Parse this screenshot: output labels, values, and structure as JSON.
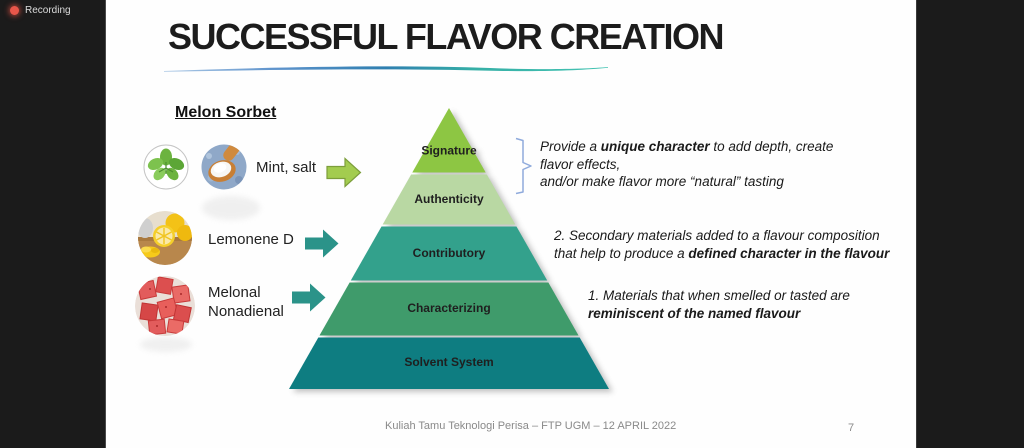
{
  "recording": {
    "label": "Recording"
  },
  "slide": {
    "title": "SUCCESSFUL FLAVOR CREATION",
    "section_heading": "Melon Sorbet",
    "ingredients": [
      {
        "label": "Mint, salt"
      },
      {
        "label": "Lemonene D"
      },
      {
        "label": "Melonal\nNonadienal"
      }
    ],
    "pyramid": {
      "levels": [
        {
          "label": "Signature",
          "color": "#8DC643"
        },
        {
          "label": "Authenticity",
          "color": "#B9D8A3"
        },
        {
          "label": "Contributory",
          "color": "#33A18C"
        },
        {
          "label": "Characterizing",
          "color": "#3F9B6B"
        },
        {
          "label": "Solvent System",
          "color": "#0E7D81"
        }
      ]
    },
    "annotations": [
      {
        "lines": [
          [
            {
              "t": "Provide a "
            },
            {
              "t": "unique character",
              "b": true
            },
            {
              "t": " to add depth, create"
            }
          ],
          [
            {
              "t": "flavor effects,"
            }
          ],
          [
            {
              "t": "and/or make flavor more “natural” tasting"
            }
          ]
        ]
      },
      {
        "lines": [
          [
            {
              "t": "2. Secondary materials added to a flavour composition"
            }
          ],
          [
            {
              "t": "that help to produce a "
            },
            {
              "t": "defined character in the flavour",
              "b": true
            }
          ]
        ]
      },
      {
        "lines": [
          [
            {
              "t": "1. Materials that when smelled or tasted are"
            }
          ],
          [
            {
              "t": "reminiscent of the named flavour",
              "b": true
            }
          ]
        ]
      }
    ],
    "colors": {
      "arrow_green": "#A3CC4F",
      "arrow_green_stroke": "#7C9E3B",
      "arrow_teal": "#2B9389",
      "bracket": "#8FAADC"
    },
    "footer": {
      "text": "Kuliah Tamu Teknologi Perisa – FTP UGM – 12 APRIL 2022",
      "page": "7"
    }
  }
}
